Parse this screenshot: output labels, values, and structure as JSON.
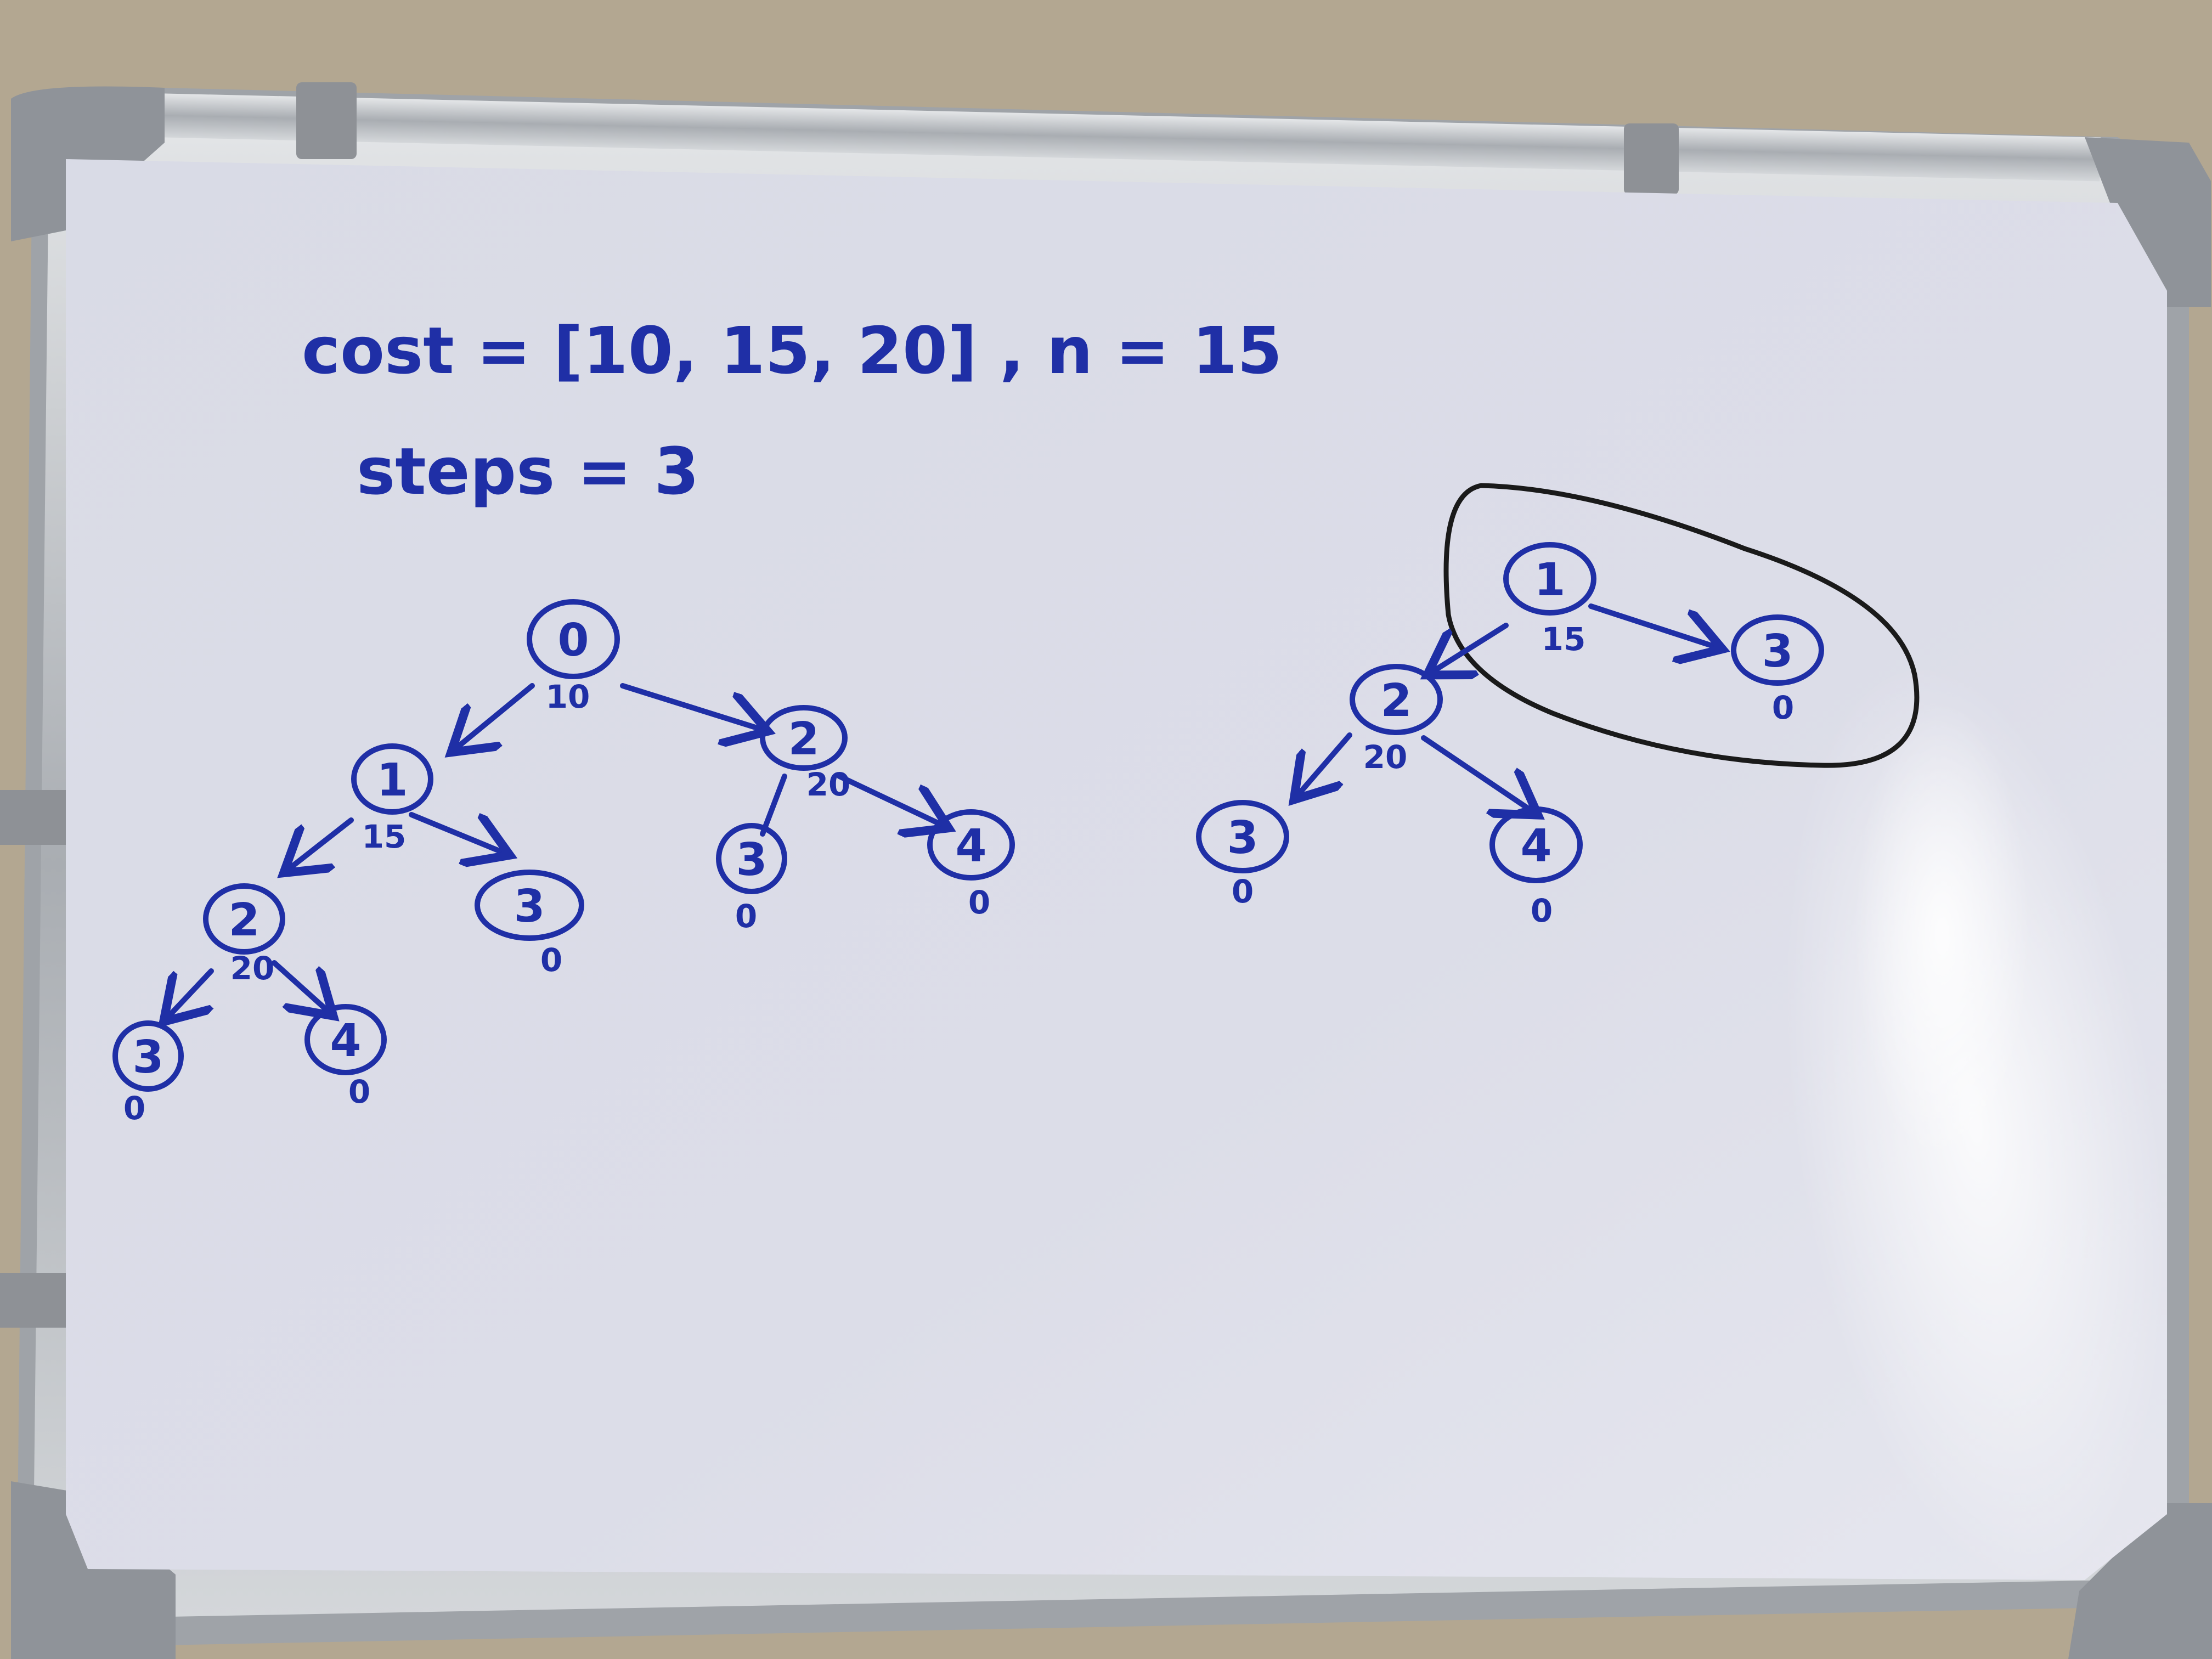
{
  "colors": {
    "wall": "#b3a791",
    "frame": "#bfc2c6",
    "board": "#dcdde8",
    "marker_blue": "#1f2fa6",
    "marker_black": "#1a1a1a"
  },
  "board": {
    "equation_line": "cost = [10, 15, 20] , n = 15",
    "steps_line": "steps = 3"
  },
  "tree_left": {
    "nodes": [
      {
        "label": "0",
        "weight": "10"
      },
      {
        "label": "1",
        "weight": "15"
      },
      {
        "label": "2",
        "weight": "20"
      },
      {
        "label": "2",
        "weight": "20"
      },
      {
        "label": "3",
        "weight": "0"
      },
      {
        "label": "3",
        "weight": "0"
      },
      {
        "label": "4",
        "weight": "0"
      },
      {
        "label": "3",
        "weight": "0"
      },
      {
        "label": "4",
        "weight": "0"
      }
    ]
  },
  "tree_right": {
    "nodes": [
      {
        "label": "1",
        "weight": "15"
      },
      {
        "label": "3",
        "weight": "0"
      },
      {
        "label": "2",
        "weight": "20"
      },
      {
        "label": "3",
        "weight": "0"
      },
      {
        "label": "4",
        "weight": "0"
      }
    ]
  }
}
